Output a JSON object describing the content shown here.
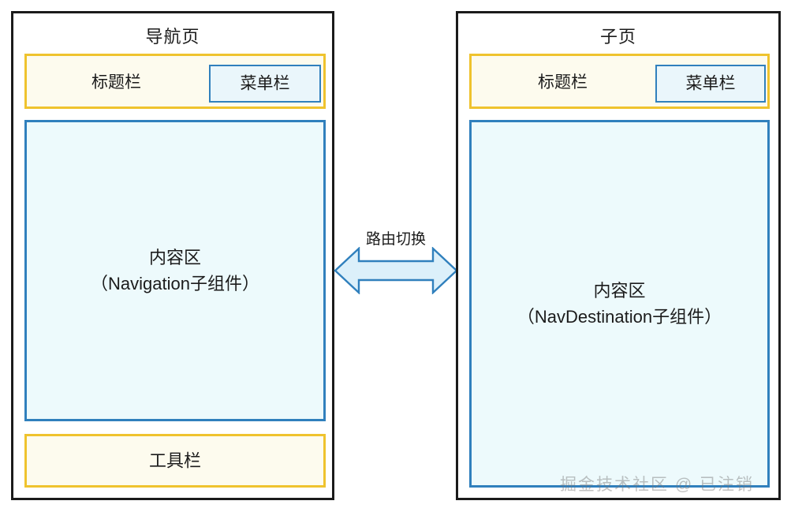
{
  "diagram": {
    "panels": [
      {
        "id": "navigation-page",
        "title": "导航页",
        "titlebar_label": "标题栏",
        "menubar_label": "菜单栏",
        "content_line1": "内容区",
        "content_line2": "（Navigation子组件）",
        "toolbar_label": "工具栏"
      },
      {
        "id": "sub-page",
        "title": "子页",
        "titlebar_label": "标题栏",
        "menubar_label": "菜单栏",
        "content_line1": "内容区",
        "content_line2": "（NavDestination子组件）"
      }
    ],
    "connector": {
      "label": "路由切换",
      "icon": "double-headed-horizontal-arrow"
    },
    "watermark": "掘金技术社区 @ 已注销",
    "colors": {
      "panel_border": "#1b1b1b",
      "yellow_border": "#EFC32E",
      "yellow_fill": "#FDFBEE",
      "blue_border": "#3080BD",
      "blue_fill": "#EDFAFC",
      "menubar_fill": "#EAF6FB",
      "arrow_fill": "#DCF0FA",
      "arrow_stroke": "#3080BD",
      "text": "#1b1b1b"
    }
  }
}
